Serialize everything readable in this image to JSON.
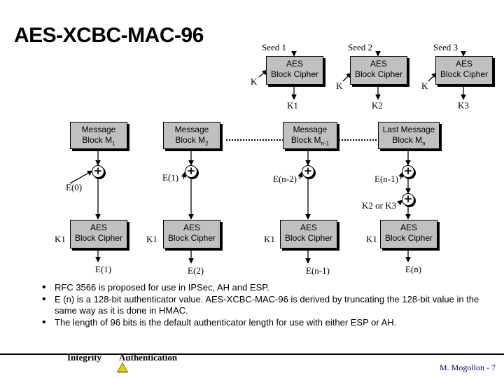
{
  "title": "AES-XCBC-MAC-96",
  "seeds": [
    "Seed 1",
    "Seed 2",
    "Seed 3"
  ],
  "key_label": "K",
  "aes_line1": "AES",
  "aes_line2": "Block Cipher",
  "derived_keys": [
    "K1",
    "K2",
    "K3"
  ],
  "message_blocks": [
    {
      "line1": "Message",
      "line2": "Block M",
      "sub": "1"
    },
    {
      "line1": "Message",
      "line2": "Block M",
      "sub": "2"
    },
    {
      "line1": "Message",
      "line2": "Block M",
      "sub": "n-1"
    },
    {
      "line1": "Last Message",
      "line2": "Block M",
      "sub": "n"
    }
  ],
  "plus": "+",
  "chain_inputs": [
    "E(0)",
    "E(1)",
    "E(n-2)",
    "E(n-1)"
  ],
  "k2_or_k3": "K2 or K3",
  "cipher_key": "K1",
  "outputs": [
    "E(1)",
    "E(2)",
    "E(n-1)",
    "E(n)"
  ],
  "bullets": [
    "RFC 3566 is proposed for use in IPSec, AH and ESP.",
    "E (n) is a 128-bit authenticator value. AES-XCBC-MAC-96 is derived by truncating the 128-bit value in the same way as it is done in HMAC.",
    "The length of 96 bits is the default authenticator length for use with either ESP or AH."
  ],
  "footer": {
    "link1": "Integrity",
    "link2": "Authentication",
    "page": "M. Mogollon - 7"
  }
}
